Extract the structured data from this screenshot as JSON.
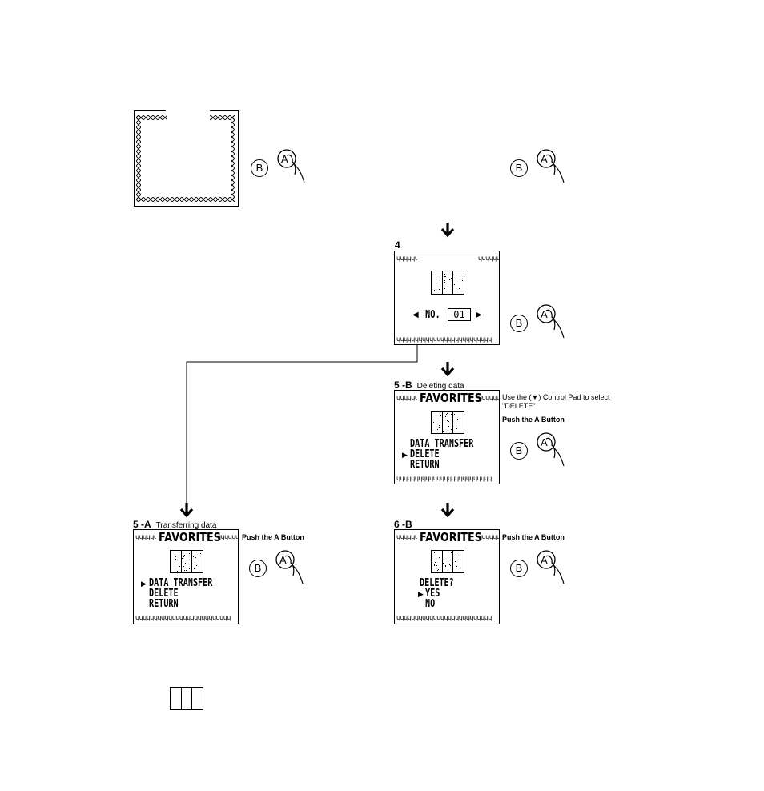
{
  "border_glyph": "ɥɥɥɥɥɥɥɥɥɥɥɥɥɥɥɥɥɥɥɥɥɥɥɥɥɥ",
  "screen_top_border": "×××××",
  "step4": {
    "label": "4",
    "no_label": "NO.",
    "no_value": "01"
  },
  "step5b": {
    "label": "5 -B",
    "sublabel": "Deleting data",
    "title": "FAVORITES",
    "menu": [
      "DATA TRANSFER",
      "DELETE",
      "RETURN"
    ],
    "note": "Use the (▼) Control Pad to select \"DELETE\".",
    "push": "Push the A Button"
  },
  "step5a": {
    "label": "5 -A",
    "sublabel": "Transferring data",
    "title": "FAVORITES",
    "menu": [
      "DATA TRANSFER",
      "DELETE",
      "RETURN"
    ],
    "push": "Push the A Button"
  },
  "step6b": {
    "label": "6 -B",
    "title": "FAVORITES",
    "menu": [
      "DELETE?",
      "YES",
      "NO"
    ],
    "push": "Push the A Button"
  },
  "buttons": {
    "b": "B",
    "a": "A"
  },
  "pointer_glyph": "▶",
  "left_arrow": "◀",
  "right_arrow": "▶"
}
